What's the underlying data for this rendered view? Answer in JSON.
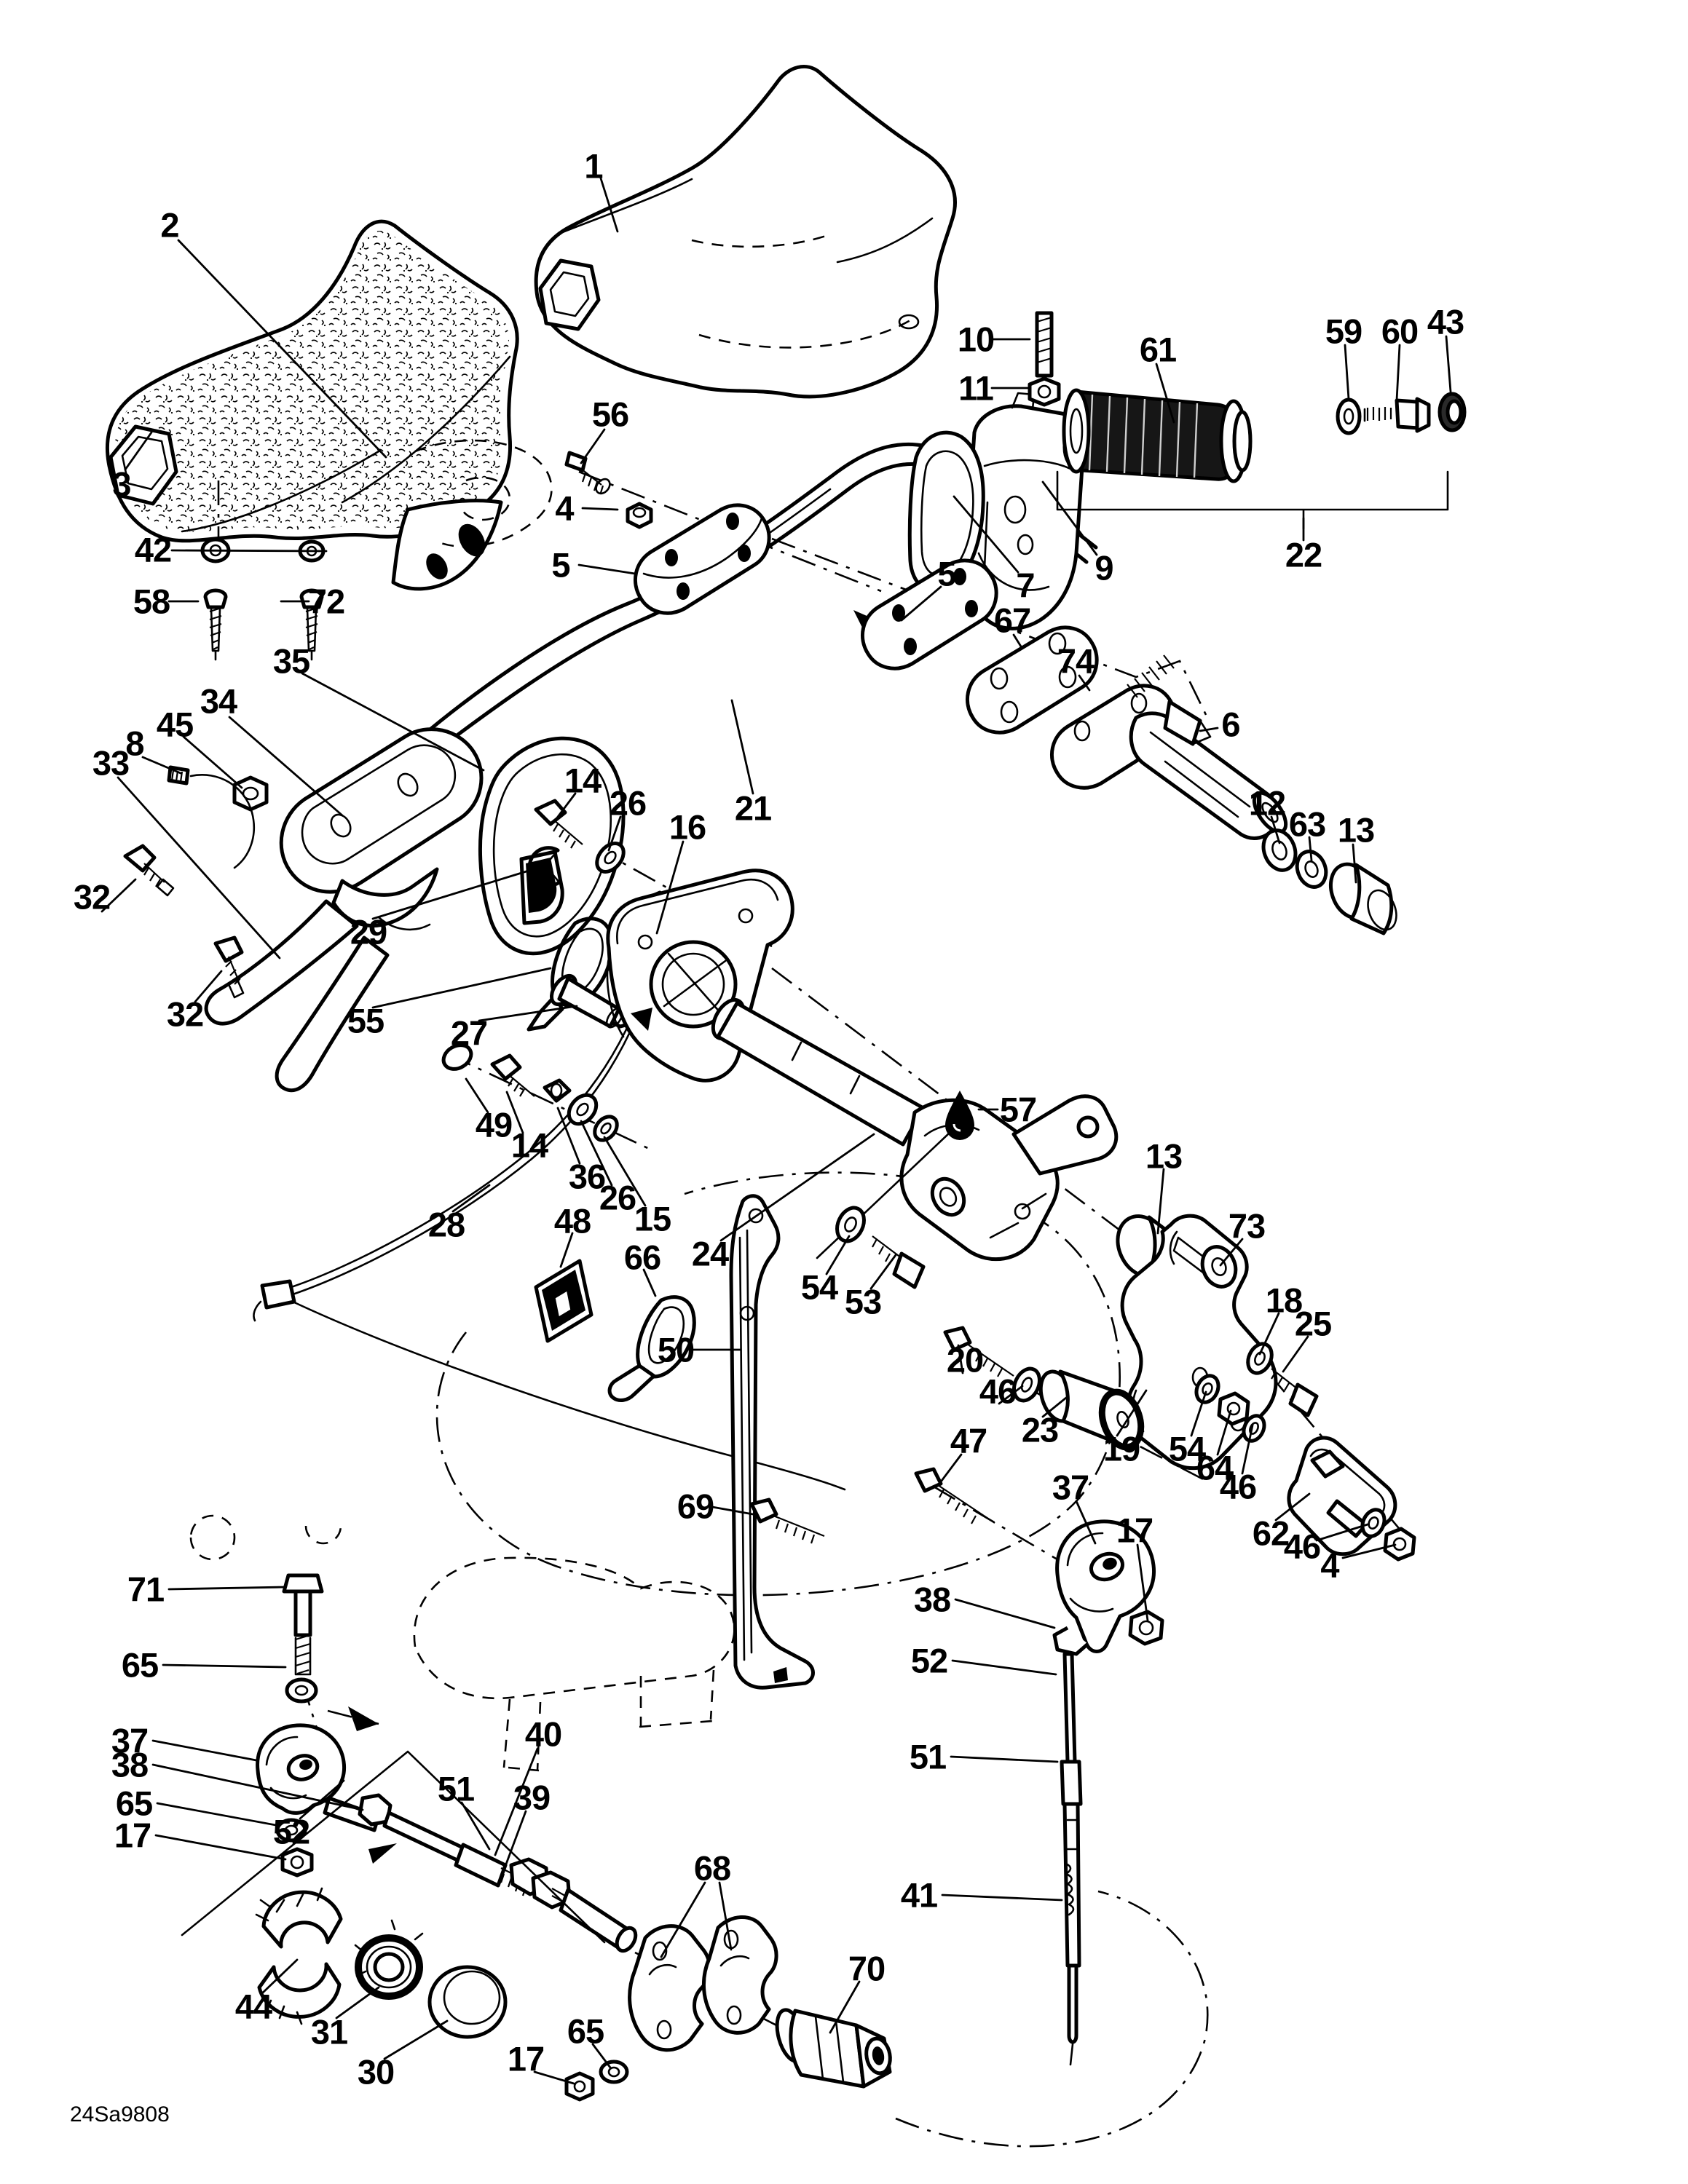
{
  "meta": {
    "code": "24Sa9808",
    "ink": "#000000",
    "background": "#ffffff"
  },
  "labels": [
    [
      "1",
      815,
      228
    ],
    [
      "2",
      233,
      309
    ],
    [
      "3",
      167,
      665
    ],
    [
      "56",
      838,
      569
    ],
    [
      "4",
      775,
      698
    ],
    [
      "5",
      770,
      776
    ],
    [
      "42",
      210,
      755
    ],
    [
      "58",
      208,
      826
    ],
    [
      "72",
      448,
      826
    ],
    [
      "35",
      400,
      908
    ],
    [
      "34",
      300,
      963
    ],
    [
      "45",
      240,
      995
    ],
    [
      "8",
      185,
      1021
    ],
    [
      "33",
      152,
      1048
    ],
    [
      "32",
      126,
      1232
    ],
    [
      "29",
      506,
      1280
    ],
    [
      "55",
      502,
      1402
    ],
    [
      "27",
      644,
      1419
    ],
    [
      "32",
      254,
      1393
    ],
    [
      "14",
      800,
      1072
    ],
    [
      "26",
      862,
      1103
    ],
    [
      "16",
      944,
      1136
    ],
    [
      "21",
      1034,
      1110
    ],
    [
      "5",
      1300,
      788
    ],
    [
      "7",
      1408,
      804
    ],
    [
      "9",
      1516,
      780
    ],
    [
      "22",
      1790,
      762
    ],
    [
      "10",
      1340,
      466
    ],
    [
      "11",
      1340,
      533
    ],
    [
      "61",
      1590,
      480
    ],
    [
      "59",
      1845,
      455
    ],
    [
      "60",
      1922,
      455
    ],
    [
      "43",
      1985,
      442
    ],
    [
      "67",
      1390,
      852
    ],
    [
      "74",
      1477,
      908
    ],
    [
      "6",
      1690,
      995
    ],
    [
      "12",
      1740,
      1103
    ],
    [
      "63",
      1795,
      1132
    ],
    [
      "13",
      1862,
      1140
    ],
    [
      "49",
      678,
      1545
    ],
    [
      "14",
      727,
      1573
    ],
    [
      "36",
      806,
      1616
    ],
    [
      "26",
      848,
      1645
    ],
    [
      "15",
      896,
      1674
    ],
    [
      "24",
      975,
      1722
    ],
    [
      "57",
      1398,
      1524
    ],
    [
      "54",
      1125,
      1768
    ],
    [
      "53",
      1185,
      1788
    ],
    [
      "13",
      1598,
      1588
    ],
    [
      "73",
      1712,
      1684
    ],
    [
      "28",
      613,
      1682
    ],
    [
      "48",
      786,
      1677
    ],
    [
      "66",
      882,
      1727
    ],
    [
      "50",
      928,
      1854
    ],
    [
      "69",
      955,
      2069
    ],
    [
      "20",
      1325,
      1868
    ],
    [
      "46",
      1370,
      1911
    ],
    [
      "23",
      1428,
      1964
    ],
    [
      "19",
      1540,
      1990
    ],
    [
      "18",
      1763,
      1786
    ],
    [
      "25",
      1803,
      1818
    ],
    [
      "54",
      1630,
      1990
    ],
    [
      "64",
      1668,
      2016
    ],
    [
      "46",
      1700,
      2042
    ],
    [
      "62",
      1745,
      2106
    ],
    [
      "46",
      1788,
      2124
    ],
    [
      "4",
      1826,
      2150
    ],
    [
      "47",
      1330,
      1979
    ],
    [
      "37",
      1470,
      2043
    ],
    [
      "17",
      1558,
      2102
    ],
    [
      "38",
      1280,
      2197
    ],
    [
      "52",
      1276,
      2281
    ],
    [
      "51",
      1274,
      2413
    ],
    [
      "41",
      1262,
      2603
    ],
    [
      "71",
      200,
      2183
    ],
    [
      "65",
      192,
      2287
    ],
    [
      "37",
      178,
      2391
    ],
    [
      "38",
      178,
      2424
    ],
    [
      "65",
      184,
      2477
    ],
    [
      "17",
      182,
      2521
    ],
    [
      "52",
      400,
      2516
    ],
    [
      "51",
      626,
      2457
    ],
    [
      "40",
      746,
      2382
    ],
    [
      "39",
      730,
      2469
    ],
    [
      "44",
      348,
      2756
    ],
    [
      "31",
      452,
      2791
    ],
    [
      "30",
      516,
      2846
    ],
    [
      "68",
      978,
      2566
    ],
    [
      "65",
      804,
      2790
    ],
    [
      "17",
      722,
      2828
    ],
    [
      "70",
      1190,
      2704
    ]
  ],
  "leaders": [
    [
      825,
      245,
      848,
      318
    ],
    [
      245,
      330,
      530,
      628
    ],
    [
      172,
      645,
      208,
      594
    ],
    [
      830,
      590,
      798,
      636
    ],
    [
      800,
      698,
      848,
      700
    ],
    [
      795,
      776,
      872,
      788
    ],
    [
      236,
      756,
      448,
      757
    ],
    [
      232,
      826,
      272,
      826
    ],
    [
      424,
      826,
      386,
      826
    ],
    [
      415,
      925,
      664,
      1058
    ],
    [
      315,
      985,
      470,
      1120
    ],
    [
      252,
      1012,
      332,
      1082
    ],
    [
      196,
      1040,
      248,
      1062
    ],
    [
      162,
      1068,
      384,
      1316
    ],
    [
      140,
      1252,
      186,
      1208
    ],
    [
      512,
      1262,
      726,
      1196
    ],
    [
      512,
      1384,
      756,
      1330
    ],
    [
      658,
      1402,
      792,
      1382
    ],
    [
      268,
      1376,
      304,
      1334
    ],
    [
      790,
      1090,
      760,
      1130
    ],
    [
      852,
      1122,
      836,
      1168
    ],
    [
      938,
      1156,
      902,
      1282
    ],
    [
      1034,
      1090,
      1005,
      962
    ],
    [
      1292,
      806,
      1238,
      852
    ],
    [
      1398,
      786,
      1310,
      682
    ],
    [
      1506,
      762,
      1432,
      662
    ],
    [
      1790,
      742,
      1790,
      712
    ],
    [
      1362,
      466,
      1414,
      466
    ],
    [
      1362,
      533,
      1414,
      533
    ],
    [
      1588,
      500,
      1612,
      580
    ],
    [
      1847,
      474,
      1852,
      548
    ],
    [
      1922,
      474,
      1918,
      550
    ],
    [
      1986,
      462,
      1992,
      538
    ],
    [
      1392,
      872,
      1402,
      888
    ],
    [
      1482,
      928,
      1496,
      948
    ],
    [
      1672,
      1000,
      1648,
      1004
    ],
    [
      1746,
      1122,
      1757,
      1158
    ],
    [
      1798,
      1150,
      1801,
      1182
    ],
    [
      1858,
      1160,
      1862,
      1212
    ],
    [
      670,
      1528,
      640,
      1482
    ],
    [
      718,
      1556,
      696,
      1500
    ],
    [
      796,
      1598,
      766,
      1522
    ],
    [
      840,
      1628,
      798,
      1540
    ],
    [
      886,
      1656,
      830,
      1562
    ],
    [
      990,
      1704,
      1200,
      1558
    ],
    [
      1370,
      1524,
      1344,
      1524
    ],
    [
      1135,
      1750,
      1166,
      1698
    ],
    [
      1196,
      1770,
      1230,
      1724
    ],
    [
      1598,
      1606,
      1590,
      1694
    ],
    [
      1706,
      1702,
      1676,
      1738
    ],
    [
      622,
      1664,
      672,
      1628
    ],
    [
      786,
      1694,
      770,
      1740
    ],
    [
      884,
      1744,
      900,
      1780
    ],
    [
      952,
      1854,
      1016,
      1854
    ],
    [
      978,
      2070,
      1034,
      2080
    ],
    [
      1322,
      1886,
      1316,
      1848
    ],
    [
      1372,
      1928,
      1404,
      1904
    ],
    [
      1432,
      1946,
      1464,
      1920
    ],
    [
      1534,
      1972,
      1574,
      1910
    ],
    [
      1756,
      1804,
      1730,
      1860
    ],
    [
      1796,
      1836,
      1762,
      1884
    ],
    [
      1636,
      1972,
      1656,
      1912
    ],
    [
      1672,
      1998,
      1690,
      1938
    ],
    [
      1706,
      2024,
      1720,
      1958
    ],
    [
      1752,
      2088,
      1798,
      2052
    ],
    [
      1808,
      2116,
      1878,
      2094
    ],
    [
      1844,
      2140,
      1916,
      2122
    ],
    [
      1320,
      1998,
      1290,
      2038
    ],
    [
      1478,
      2062,
      1504,
      2120
    ],
    [
      1562,
      2122,
      1576,
      2226
    ],
    [
      1312,
      2197,
      1448,
      2236
    ],
    [
      1308,
      2281,
      1450,
      2300
    ],
    [
      1306,
      2413,
      1452,
      2420
    ],
    [
      1294,
      2603,
      1458,
      2610
    ],
    [
      232,
      2183,
      392,
      2180
    ],
    [
      224,
      2287,
      392,
      2290
    ],
    [
      210,
      2391,
      352,
      2418
    ],
    [
      210,
      2424,
      498,
      2486
    ],
    [
      216,
      2477,
      384,
      2508
    ],
    [
      214,
      2521,
      392,
      2554
    ],
    [
      412,
      2498,
      472,
      2446
    ],
    [
      634,
      2476,
      672,
      2540
    ],
    [
      738,
      2402,
      680,
      2548
    ],
    [
      722,
      2488,
      690,
      2574
    ],
    [
      360,
      2738,
      408,
      2692
    ],
    [
      462,
      2772,
      520,
      2730
    ],
    [
      528,
      2828,
      614,
      2776
    ],
    [
      968,
      2586,
      908,
      2688
    ],
    [
      988,
      2586,
      1004,
      2678
    ],
    [
      814,
      2808,
      838,
      2840
    ],
    [
      734,
      2846,
      788,
      2862
    ],
    [
      1180,
      2722,
      1140,
      2792
    ]
  ]
}
